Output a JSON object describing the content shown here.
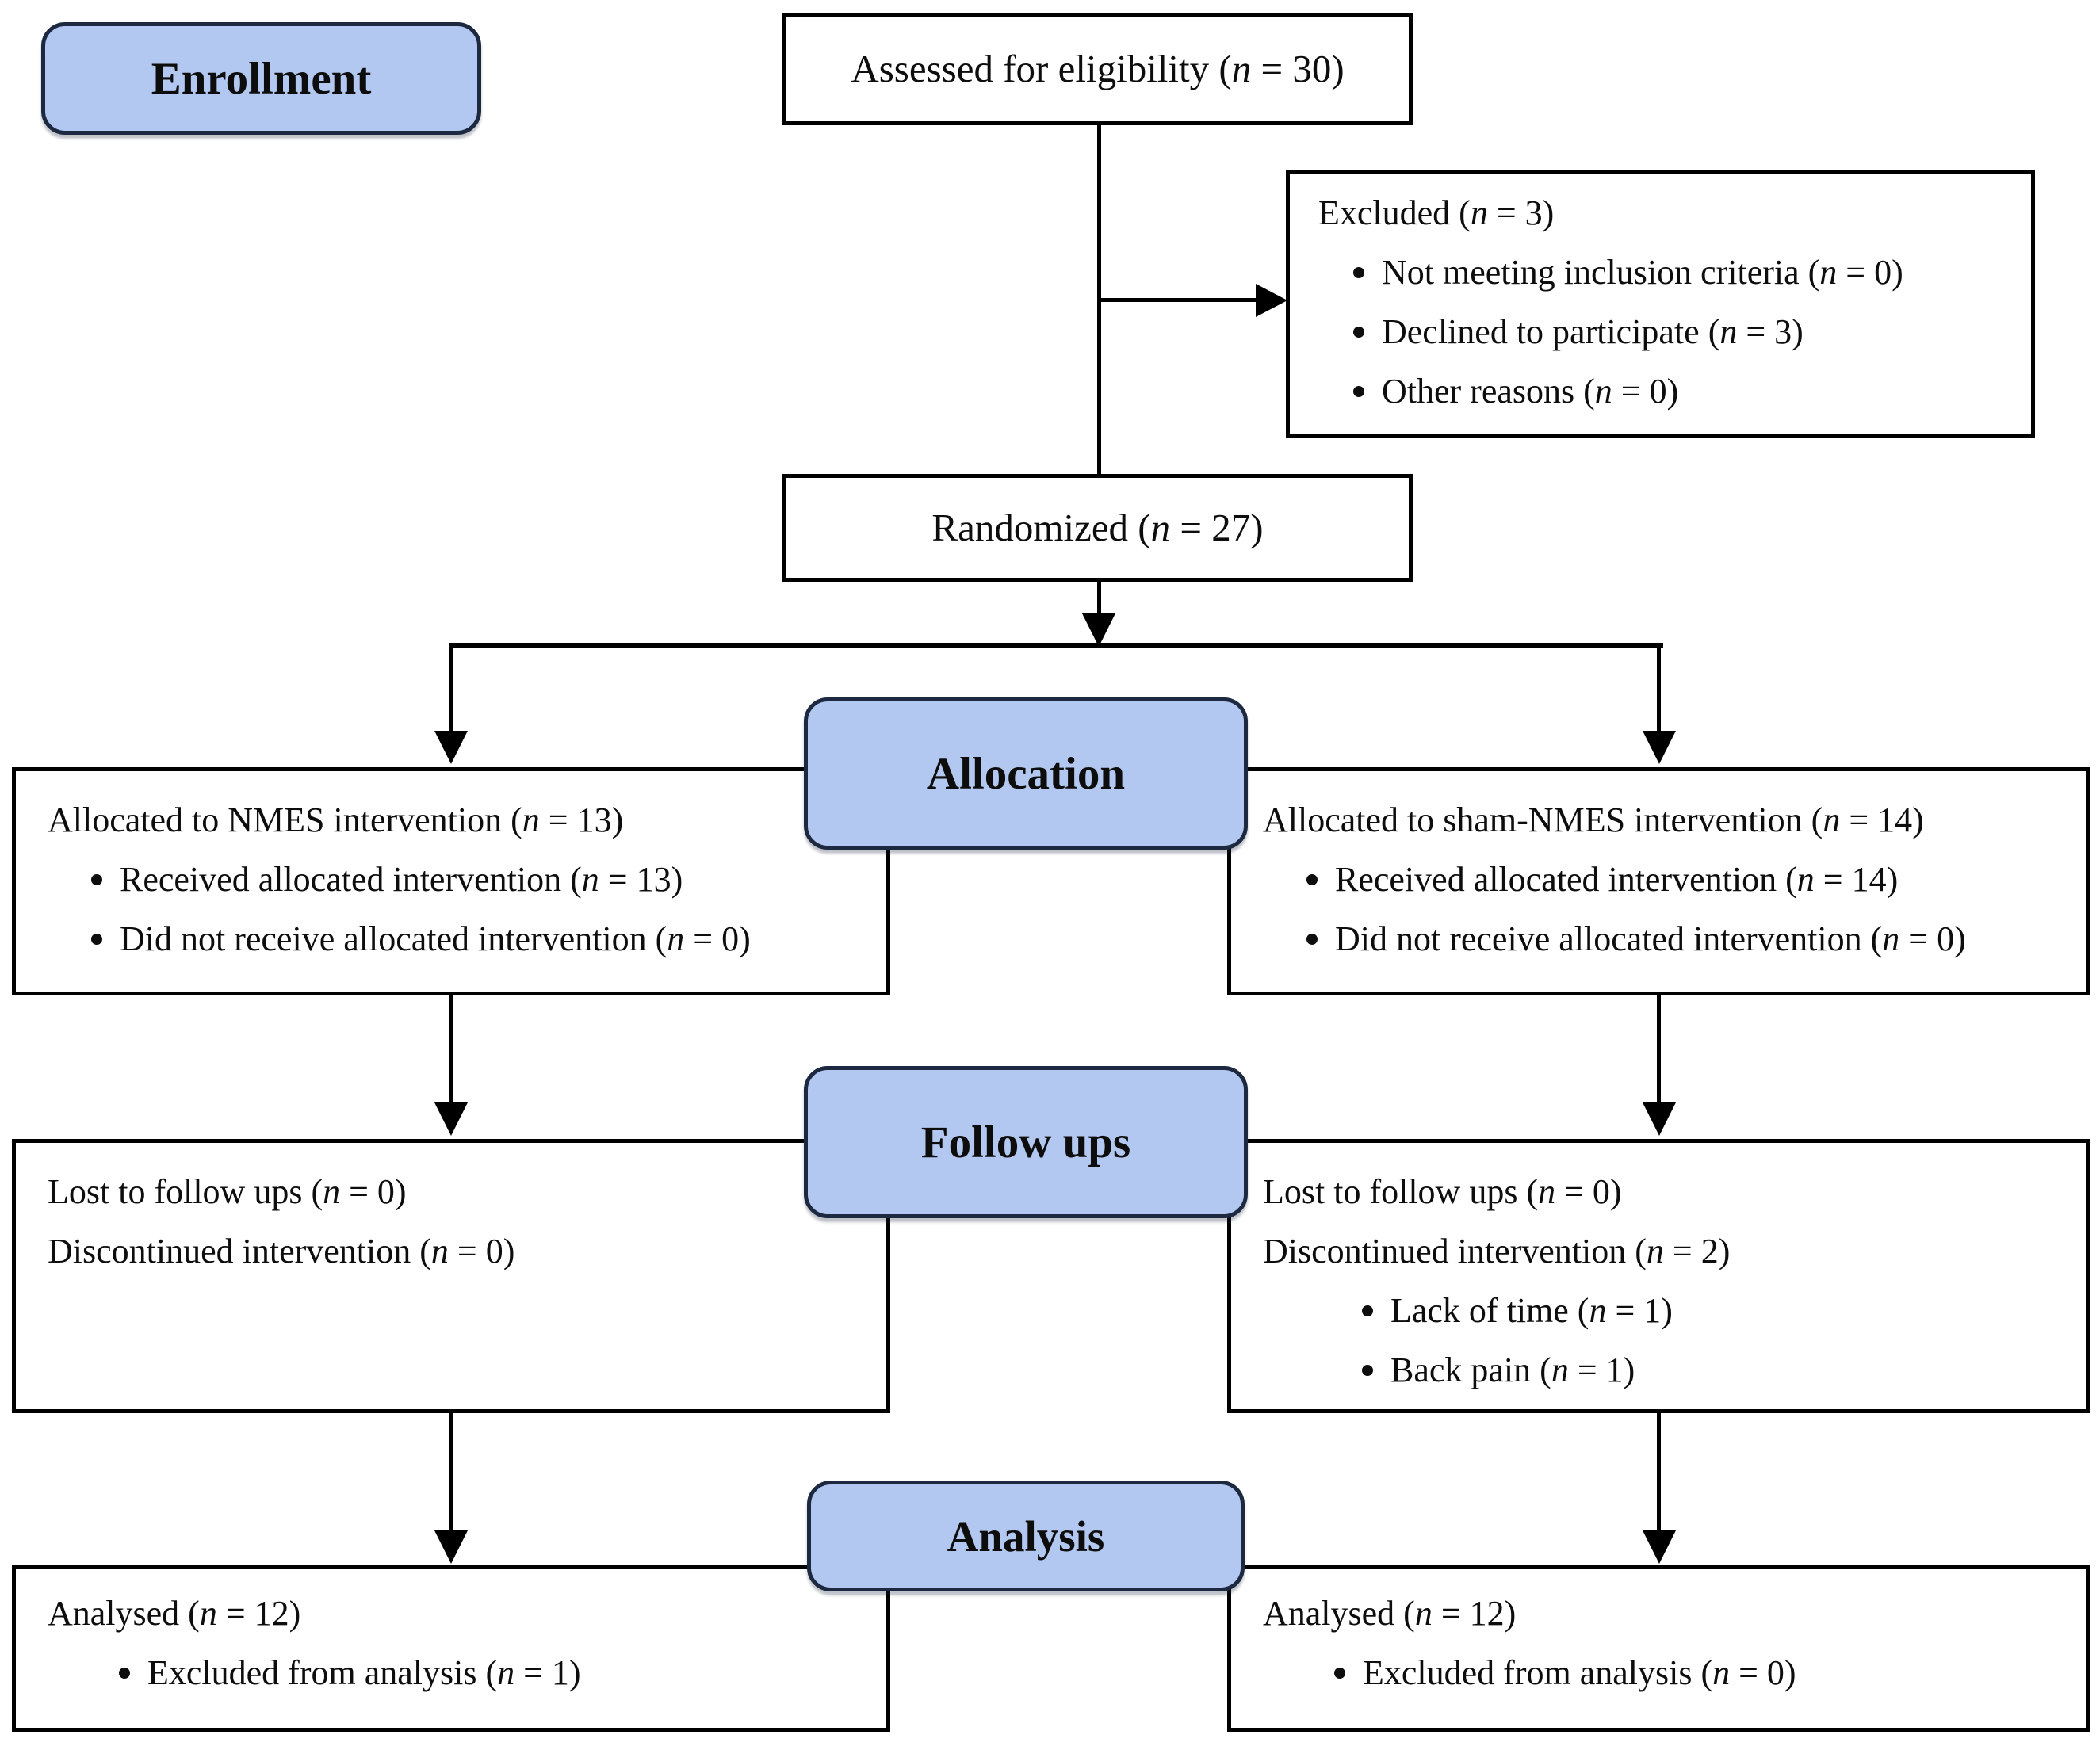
{
  "diagram": {
    "kind": "CONSORT participant flow diagram",
    "stages": {
      "enrollment": "Enrollment",
      "allocation": "Allocation",
      "followup": "Follow ups",
      "analysis": "Analysis"
    },
    "boxes": {
      "assessed": {
        "text": "Assessed for eligibility (n = 30)"
      },
      "excluded": {
        "title": "Excluded (n = 3)",
        "bullets": [
          "Not meeting inclusion criteria (n = 0)",
          "Declined to participate (n = 3)",
          "Other reasons (n = 0)"
        ]
      },
      "randomized": {
        "text": "Randomized (n = 27)"
      },
      "allocation_left": {
        "title": "Allocated to NMES intervention (n = 13)",
        "bullets": [
          "Received allocated intervention (n = 13)",
          "Did not receive allocated intervention (n = 0)"
        ]
      },
      "allocation_right": {
        "title": "Allocated to sham-NMES intervention (n = 14)",
        "bullets": [
          "Received allocated intervention (n = 14)",
          "Did not receive allocated intervention (n = 0)"
        ]
      },
      "followup_left": {
        "lines": [
          "Lost to follow ups (n = 0)",
          "Discontinued intervention (n = 0)"
        ],
        "bullets": []
      },
      "followup_right": {
        "lines": [
          "Lost to follow ups (n = 0)",
          "Discontinued intervention (n = 2)"
        ],
        "bullets": [
          "Lack of time (n = 1)",
          "Back pain (n = 1)"
        ]
      },
      "analysis_left": {
        "title": "Analysed (n = 12)",
        "bullets": [
          "Excluded from analysis (n = 1)"
        ]
      },
      "analysis_right": {
        "title": "Analysed (n = 12)",
        "bullets": [
          "Excluded from analysis (n = 0)"
        ]
      }
    },
    "colors": {
      "stage_fill": "#b3c8f0",
      "stage_border": "#1d2940",
      "box_border": "#000000",
      "line": "#000000",
      "text": "#0d0d0d",
      "background": "#ffffff"
    }
  }
}
